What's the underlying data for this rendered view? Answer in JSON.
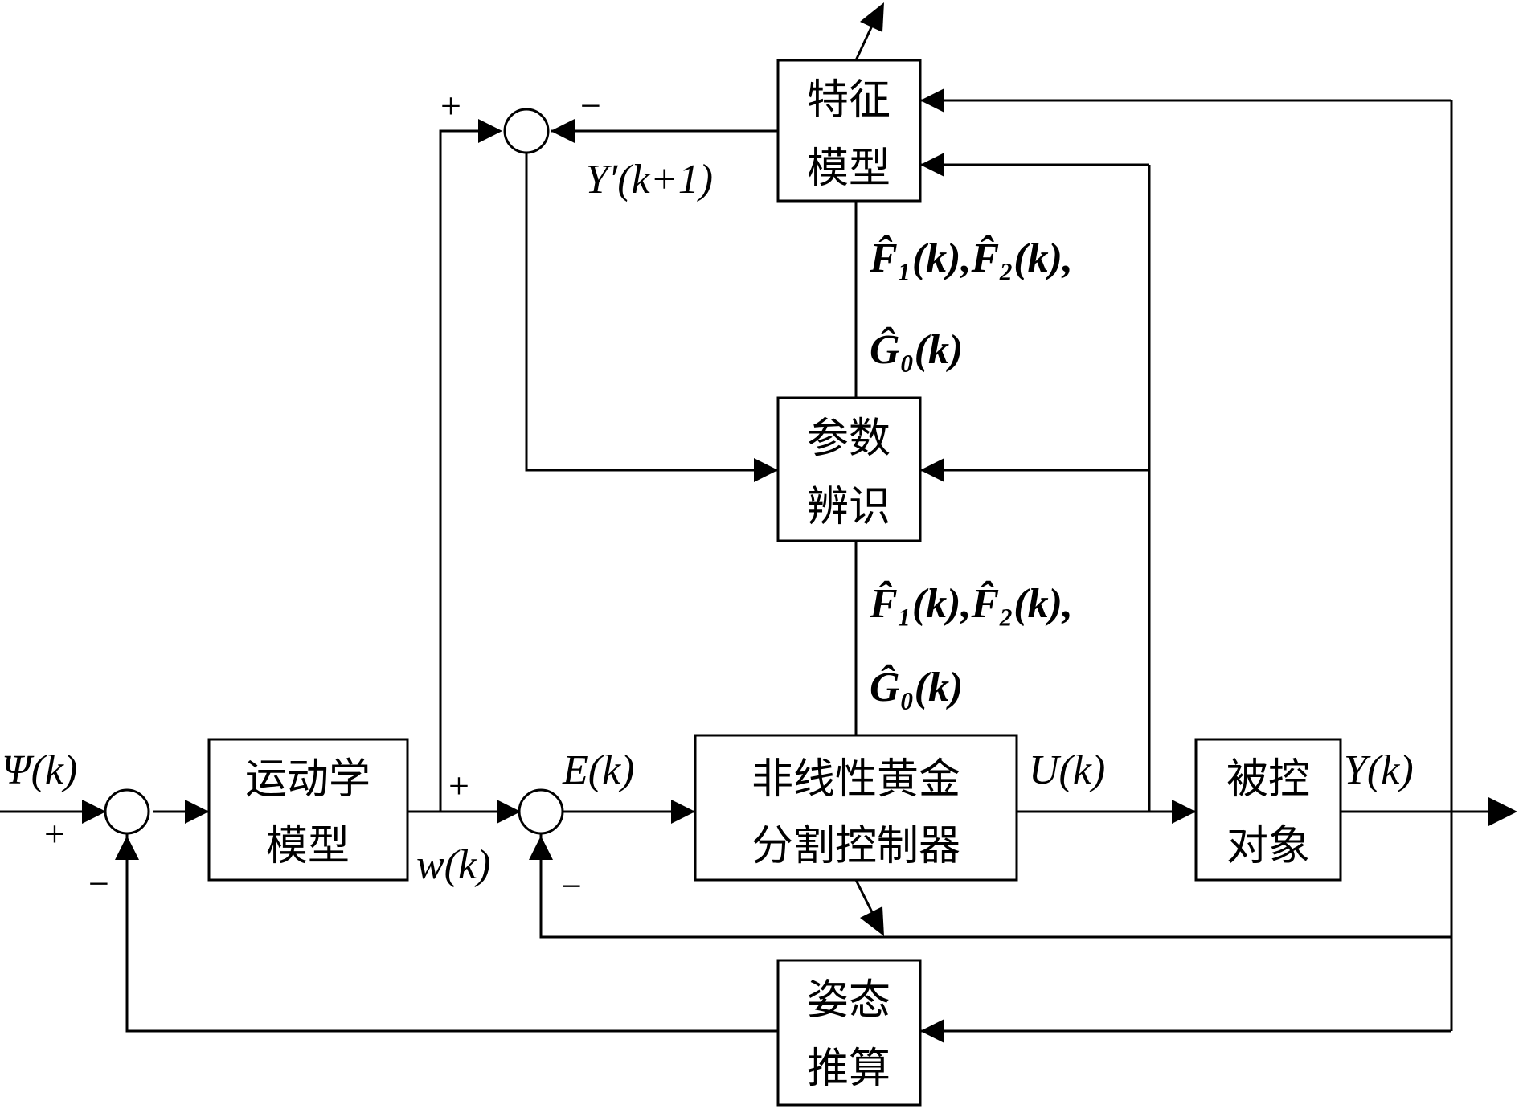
{
  "blocks": {
    "feature_model": [
      "特征",
      "模型"
    ],
    "param_ident": [
      "参数",
      "辨识"
    ],
    "kinematic_model": [
      "运动学",
      "模型"
    ],
    "controller": [
      "非线性黄金",
      "分割控制器"
    ],
    "plant": [
      "被控",
      "对象"
    ],
    "attitude_est": [
      "姿态",
      "推算"
    ]
  },
  "signals": {
    "psi": "Ψ(k)",
    "w": "w(k)",
    "e": "E(k)",
    "u": "U(k)",
    "y": "Y(k)",
    "y_pred": "Y′(k+1)",
    "params": [
      "F̂₁(k),F̂₂(k),",
      "Ĝ₀(k)"
    ]
  },
  "signs": {
    "plus": "+",
    "minus": "−"
  }
}
